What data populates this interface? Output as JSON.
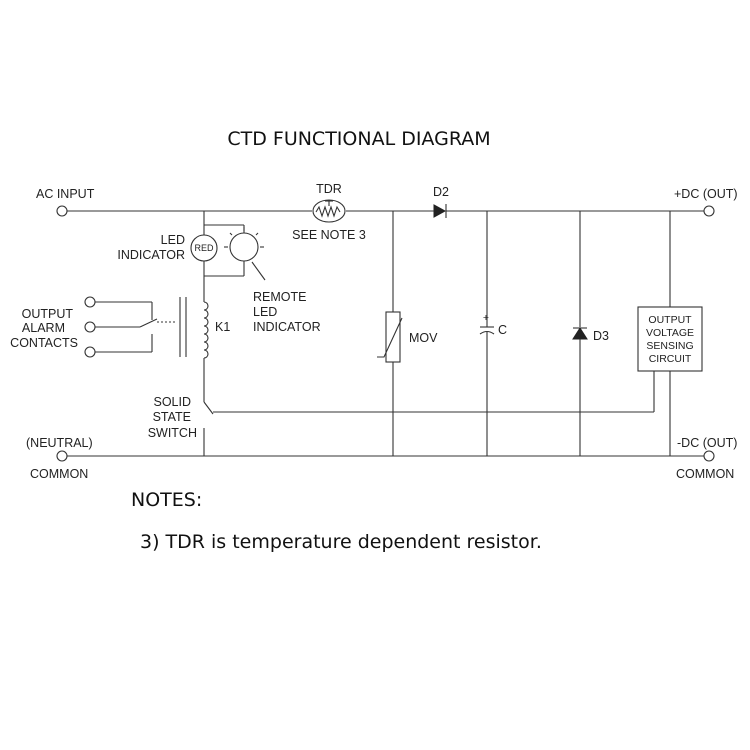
{
  "title": "CTD FUNCTIONAL DIAGRAM",
  "labels": {
    "ac_input": "AC INPUT",
    "tdr": "TDR",
    "see_note": "SEE NOTE 3",
    "d2": "D2",
    "dc_out_pos": "+DC (OUT)",
    "led_line1": "LED",
    "led_line2": "INDICATOR",
    "red": "RED",
    "remote_line1": "REMOTE",
    "remote_line2": "LED",
    "remote_line3": "INDICATOR",
    "output_line1": "OUTPUT",
    "output_line2": "ALARM",
    "output_line3": "CONTACTS",
    "k1": "K1",
    "mov": "MOV",
    "cap_plus": "+",
    "cap": "C",
    "d3": "D3",
    "ovsc_line1": "OUTPUT",
    "ovsc_line2": "VOLTAGE",
    "ovsc_line3": "SENSING",
    "ovsc_line4": "CIRCUIT",
    "sss_line1": "SOLID",
    "sss_line2": "STATE",
    "sss_line3": "SWITCH",
    "neutral": "(NEUTRAL)",
    "common_left": "COMMON",
    "dc_out_neg": "-DC (OUT)",
    "common_right": "COMMON"
  },
  "notes": {
    "heading": "NOTES:",
    "note3": "3) TDR is temperature dependent resistor."
  }
}
